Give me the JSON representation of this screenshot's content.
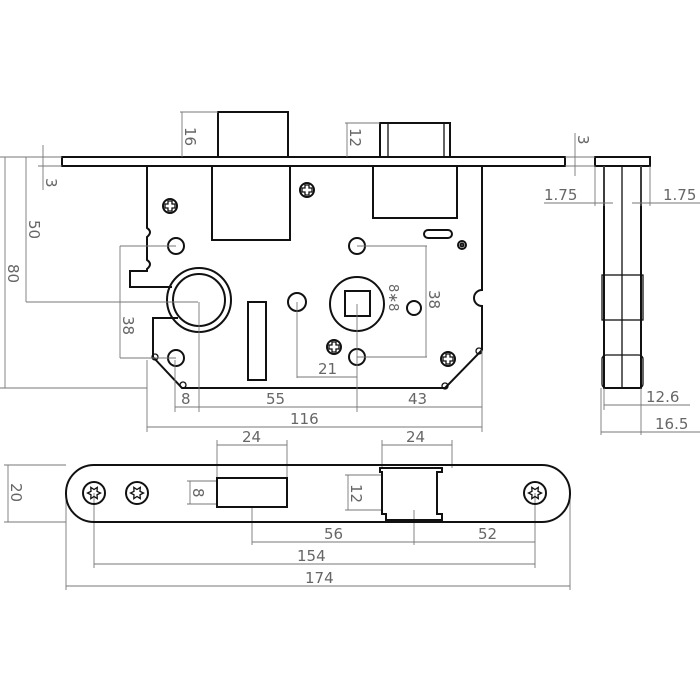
{
  "dimensions": {
    "deadbolt_height": "16",
    "latch_height": "12",
    "faceplate_thickness": "3",
    "side_faceplate_thickness": "3",
    "side_offset_left": "1.75",
    "side_offset_right": "1.75",
    "backset": "50",
    "body_height": "80",
    "left_hole_spacing": "38",
    "right_hole_spacing": "38",
    "spindle_size": "8∗8",
    "spindle_offset": "21",
    "edge_offset": "8",
    "center_distance": "55",
    "right_distance": "43",
    "body_width": "116",
    "body_thickness": "12.6",
    "total_thickness": "16.5",
    "strike_opening_1_width": "24",
    "strike_opening_2_width": "24",
    "strike_height": "20",
    "strike_opening_1_height": "8",
    "strike_opening_2_height": "12",
    "strike_distance_1": "56",
    "strike_distance_2": "52",
    "strike_screw_spacing": "154",
    "strike_length": "174"
  }
}
